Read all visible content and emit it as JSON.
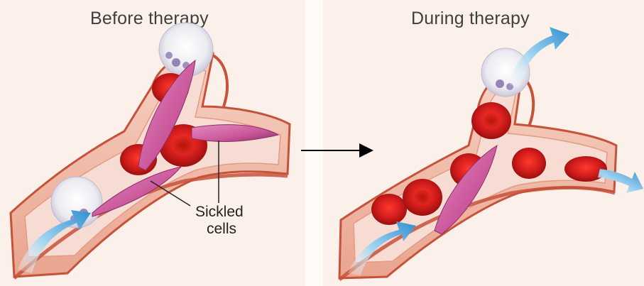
{
  "panels": [
    {
      "title": "Before therapy"
    },
    {
      "title": "During therapy"
    }
  ],
  "annotation": {
    "line1": "Sickled",
    "line2": "cells"
  },
  "colors": {
    "background": "#fbf1ea",
    "vessel_wall": "#f0b9a6",
    "vessel_edge": "#c6523a",
    "vessel_inner": "#f6d8cc",
    "red_cell": "#d21c1c",
    "red_cell_dark": "#a50f10",
    "sickle_cell": "#c9569a",
    "white_cell": "#e9e4ef",
    "flow_arrow": "#4aa3d8",
    "transition_arrow": "#000000"
  },
  "icons": {
    "flow_arrow": "blue-flow-arrow",
    "transition_arrow": "right-arrow"
  }
}
